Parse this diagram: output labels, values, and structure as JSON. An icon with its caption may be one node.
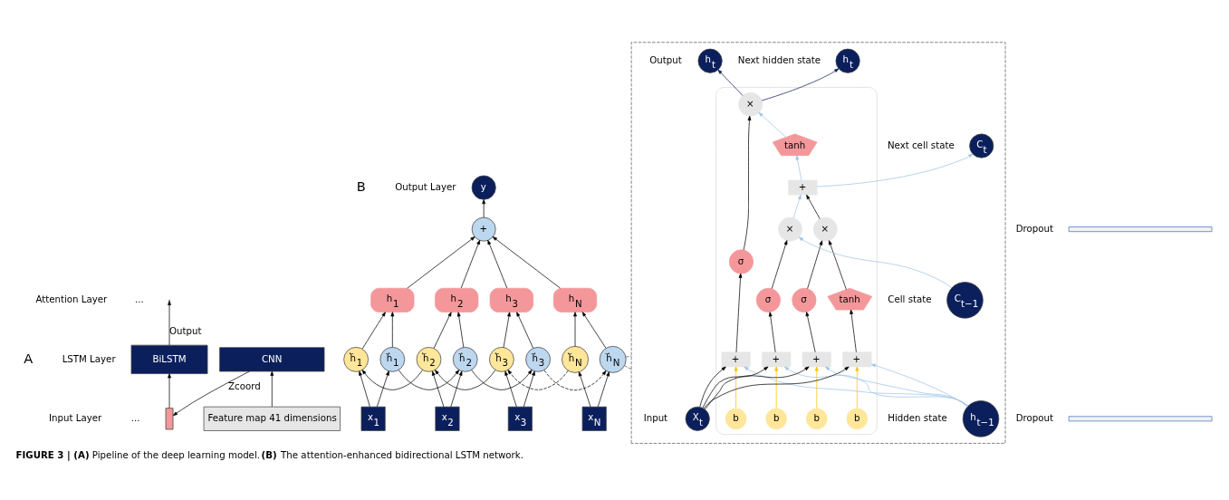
{
  "diagram": {
    "caption": "**FIGURE 3 | (A)** Pipeline of the deep learning model. **(B)** The attention-enhanced bidirectional LSTM network.",
    "nodes": [
      {
        "text": [
          "CNN"
        ]
      },
      {
        "text": [
          "Feature map 41 dimensions"
        ]
      },
      {
        "text": [],
        "shape": "bar"
      },
      {
        "text": [
          "BiLSTM"
        ]
      },
      {
        "text": [
          "y"
        ]
      },
      {
        "text": [
          "+"
        ]
      },
      {
        "text": [],
        "shape": "bar",
        "beside": [
          "Dropout"
        ]
      },
      {
        "text": [
          "h$_{1}$"
        ]
      },
      {
        "text": [
          "h$_{2}$"
        ]
      },
      {
        "text": [
          "h$_{3}$"
        ]
      },
      {
        "text": [
          "h$_{N}$"
        ]
      },
      {
        "text": [
          "h⃖$_{1}$"
        ]
      },
      {
        "text": [
          "h⃖$_{2}$"
        ]
      },
      {
        "text": [
          "h⃖$_{3}$"
        ]
      },
      {
        "text": [
          "h⃖$_{N}$"
        ]
      },
      {
        "text": [
          "h⃗$_{1}$"
        ]
      },
      {
        "text": [
          "h⃗$_{2}$"
        ]
      },
      {
        "text": [
          "h⃗$_{3}$"
        ]
      },
      {
        "text": [
          "h⃗$_{N}$"
        ]
      },
      {
        "text": [],
        "shape": "bar",
        "beside": [
          "Dropout"
        ]
      },
      {
        "text": [
          "x$_{1}$"
        ]
      },
      {
        "text": [
          "x$_{2}$"
        ]
      },
      {
        "text": [
          "x$_{3}$"
        ]
      },
      {
        "text": [
          "x$_{N}$"
        ]
      },
      {
        "text": [],
        "shape": "box"
      },
      {
        "text": [],
        "shape": "box",
        "in": 24
      },
      {
        "text": [
          "C$_{t−1}$"
        ],
        "beside": [
          "Cell state"
        ],
        "in": 24
      },
      {
        "text": [
          "h$_{t−1}$"
        ],
        "beside": [
          "Hidden state"
        ],
        "in": 24
      },
      {
        "text": [
          "X$_{t}$"
        ],
        "beside": [
          "Input"
        ],
        "in": 24
      },
      {
        "text": [
          "h$_{t}$"
        ],
        "beside": [
          "Output"
        ],
        "in": 24
      },
      {
        "text": [
          "C$_{t}$"
        ],
        "beside": [
          "Next cell state"
        ],
        "in": 24
      },
      {
        "text": [
          "h$_{t}$"
        ],
        "beside": [
          "Next hidden state"
        ],
        "in": 24
      },
      {
        "text": [
          "×"
        ],
        "in": 25
      },
      {
        "text": [
          "+"
        ],
        "in": 25
      },
      {
        "text": [
          "×"
        ],
        "in": 25
      },
      {
        "text": [
          "tanh"
        ],
        "in": 25
      },
      {
        "text": [
          "×"
        ],
        "in": 25
      },
      {
        "text": [
          "σ"
        ],
        "in": 25
      },
      {
        "text": [
          "tanh"
        ],
        "in": 25
      },
      {
        "text": [
          "σ"
        ],
        "in": 25
      },
      {
        "text": [
          "σ"
        ],
        "in": 25
      },
      {
        "text": [
          "+"
        ],
        "in": 25
      },
      {
        "text": [
          "+"
        ],
        "in": 25
      },
      {
        "text": [
          "+"
        ],
        "in": 25
      },
      {
        "text": [
          "+"
        ],
        "in": 25
      },
      {
        "text": [
          "b"
        ],
        "in": 25
      },
      {
        "text": [
          "b"
        ],
        "in": 25
      },
      {
        "text": [
          "b"
        ],
        "in": 25
      },
      {
        "text": [
          "b"
        ],
        "in": 25
      }
    ],
    "edges": [
      {
        "from": 1,
        "to": 0,
        "arrow": "to"
      },
      {
        "from": 0,
        "to": 2,
        "arrow": "to",
        "label": "Zcoord"
      },
      {
        "from": 2,
        "to": 3,
        "arrow": "to"
      },
      {
        "from": 3,
        "to": null,
        "arrow": "to",
        "label": "Output"
      },
      {
        "from": 5,
        "to": 4,
        "arrow": "to"
      },
      {
        "from": 7,
        "to": 5,
        "arrow": "to"
      },
      {
        "from": 8,
        "to": 5,
        "arrow": "to"
      },
      {
        "from": 9,
        "to": 5,
        "arrow": "to"
      },
      {
        "from": 10,
        "to": 5,
        "arrow": "to"
      },
      {
        "from": 11,
        "to": 7,
        "arrow": "to"
      },
      {
        "from": 15,
        "to": 7,
        "arrow": "to"
      },
      {
        "from": 12,
        "to": 8,
        "arrow": "to"
      },
      {
        "from": 16,
        "to": 8,
        "arrow": "to"
      },
      {
        "from": 13,
        "to": 9,
        "arrow": "to"
      },
      {
        "from": 17,
        "to": 9,
        "arrow": "to"
      },
      {
        "from": 14,
        "to": 10,
        "arrow": "to"
      },
      {
        "from": 18,
        "to": 10,
        "arrow": "to"
      },
      {
        "from": 12,
        "to": 11,
        "arrow": "to"
      },
      {
        "from": 13,
        "to": 12,
        "arrow": "to"
      },
      {
        "from": 14,
        "to": 13,
        "arrow": "to",
        "style": "dashed"
      },
      {
        "from": 15,
        "to": 16,
        "arrow": "to"
      },
      {
        "from": 16,
        "to": 17,
        "arrow": "to"
      },
      {
        "from": 17,
        "to": 18,
        "arrow": "to",
        "style": "dashed"
      },
      {
        "from": 20,
        "to": 11,
        "arrow": "to"
      },
      {
        "from": 20,
        "to": 15,
        "arrow": "to"
      },
      {
        "from": 21,
        "to": 12,
        "arrow": "to"
      },
      {
        "from": 21,
        "to": 16,
        "arrow": "to"
      },
      {
        "from": 22,
        "to": 13,
        "arrow": "to"
      },
      {
        "from": 22,
        "to": 17,
        "arrow": "to"
      },
      {
        "from": 23,
        "to": 14,
        "arrow": "to"
      },
      {
        "from": 23,
        "to": 18,
        "arrow": "to"
      },
      {
        "from": 18,
        "to": 24,
        "arrow": "none",
        "style": "dashed",
        "color": "#595959"
      },
      {
        "from": 18,
        "to": 24,
        "arrow": "none",
        "style": "dashed",
        "color": "#595959"
      },
      {
        "from": 26,
        "to": 32,
        "arrow": "to",
        "color": "#9dc3e6"
      },
      {
        "from": 32,
        "to": 33,
        "arrow": "to",
        "color": "#9dc3e6"
      },
      {
        "from": 33,
        "to": 30,
        "arrow": "to",
        "color": "#9dc3e6"
      },
      {
        "from": 33,
        "to": 35,
        "arrow": "to",
        "color": "#9dc3e6"
      },
      {
        "from": 35,
        "to": 36,
        "arrow": "to",
        "color": "#9dc3e6"
      },
      {
        "from": 37,
        "to": 32,
        "arrow": "to"
      },
      {
        "from": 38,
        "to": 34,
        "arrow": "to"
      },
      {
        "from": 39,
        "to": 34,
        "arrow": "to"
      },
      {
        "from": 34,
        "to": 33,
        "arrow": "to"
      },
      {
        "from": 40,
        "to": 36,
        "arrow": "to"
      },
      {
        "from": 41,
        "to": 37,
        "arrow": "to"
      },
      {
        "from": 42,
        "to": 38,
        "arrow": "to"
      },
      {
        "from": 43,
        "to": 39,
        "arrow": "to"
      },
      {
        "from": 44,
        "to": 40,
        "arrow": "to"
      },
      {
        "from": 45,
        "to": 41,
        "arrow": "to",
        "color": "#ffc000"
      },
      {
        "from": 46,
        "to": 42,
        "arrow": "to",
        "color": "#ffc000"
      },
      {
        "from": 47,
        "to": 43,
        "arrow": "to",
        "color": "#ffc000"
      },
      {
        "from": 48,
        "to": 44,
        "arrow": "to",
        "color": "#ffc000"
      },
      {
        "from": 27,
        "to": 41,
        "arrow": "to",
        "color": "#9dc3e6"
      },
      {
        "from": 27,
        "to": 42,
        "arrow": "to",
        "color": "#9dc3e6"
      },
      {
        "from": 27,
        "to": 43,
        "arrow": "to",
        "color": "#9dc3e6"
      },
      {
        "from": 27,
        "to": 44,
        "arrow": "to",
        "color": "#9dc3e6"
      },
      {
        "from": 28,
        "to": 41,
        "arrow": "to"
      },
      {
        "from": 28,
        "to": 42,
        "arrow": "to"
      },
      {
        "from": 28,
        "to": 43,
        "arrow": "to"
      },
      {
        "from": 28,
        "to": 44,
        "arrow": "to"
      },
      {
        "from": 36,
        "to": 31,
        "arrow": "to",
        "color": "#0b1f5c"
      },
      {
        "from": 36,
        "to": 29,
        "arrow": "to",
        "color": "#0b1f5c"
      }
    ],
    "labels": [
      "A",
      "B",
      "Output Layer",
      "Attention Layer",
      "LSTM Layer",
      "Input Layer",
      "...",
      "..."
    ]
  }
}
